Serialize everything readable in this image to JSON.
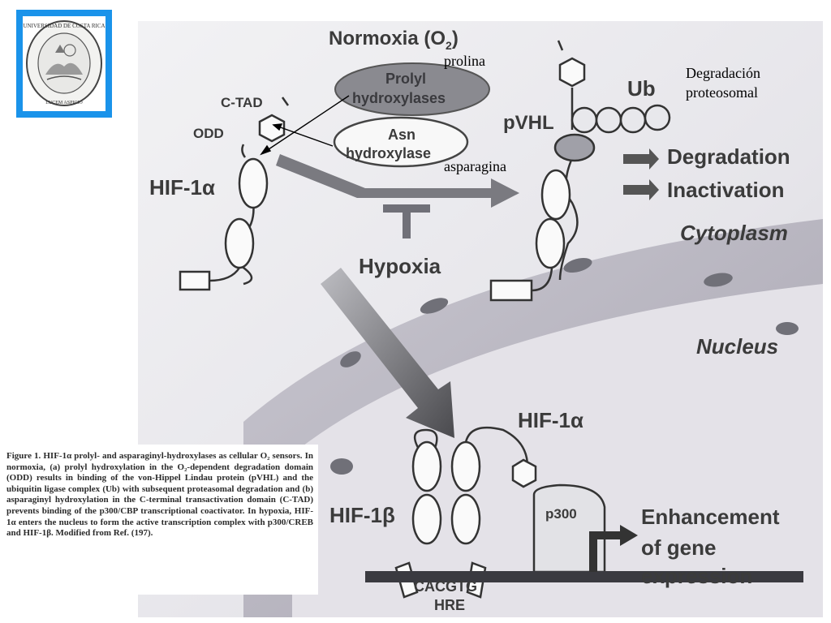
{
  "logo": {
    "text_top": "UNIVERSIDAD DE COSTA RICA",
    "text_bottom": "LUCEM ASPICIO"
  },
  "diagram": {
    "normoxia": "Normoxia (O",
    "normoxia_sub": "2",
    "normoxia_close": ")",
    "prolyl_1": "Prolyl",
    "prolyl_2": "hydroxylases",
    "asn_1": "Asn",
    "asn_2": "hydroxylase",
    "ctad": "C-TAD",
    "odd": "ODD",
    "hif1a_left": "HIF-1α",
    "pvhl": "pVHL",
    "ub": "Ub",
    "degradation": "Degradation",
    "inactivation": "Inactivation",
    "cytoplasm": "Cytoplasm",
    "hypoxia": "Hypoxia",
    "nucleus": "Nucleus",
    "hif1a_right": "HIF-1α",
    "hif1b": "HIF-1β",
    "p300": "p300",
    "enh_1": "Enhancement",
    "enh_2": "of gene",
    "enh_3": "expression",
    "cacgtg": "CACGTG",
    "hre": "HRE"
  },
  "annotations": {
    "prolina": "prolina",
    "asparagina": "asparagina",
    "degradacion_1": "Degradación",
    "degradacion_2": "proteosomal"
  },
  "caption": {
    "text": "Figure 1.  HIF-1α prolyl- and asparaginyl-hydroxylases as cellular O₂ sensors. In normoxia, (a) prolyl hydroxylation in the O₂-dependent degradation domain (ODD) results in binding of the von-Hippel Lindau protein (pVHL) and the ubiquitin ligase complex (Ub) with subsequent proteasomal degradation and (b) asparaginyl hydroxylation in the C-terminal transactivation domain (C-TAD) prevents binding of the p300/CBP transcriptional coactivator. In hypoxia, HIF-1α enters the nucleus to form the active transcription complex with p300/CREB and HIF-1β. Modified from Ref. (197)."
  }
}
